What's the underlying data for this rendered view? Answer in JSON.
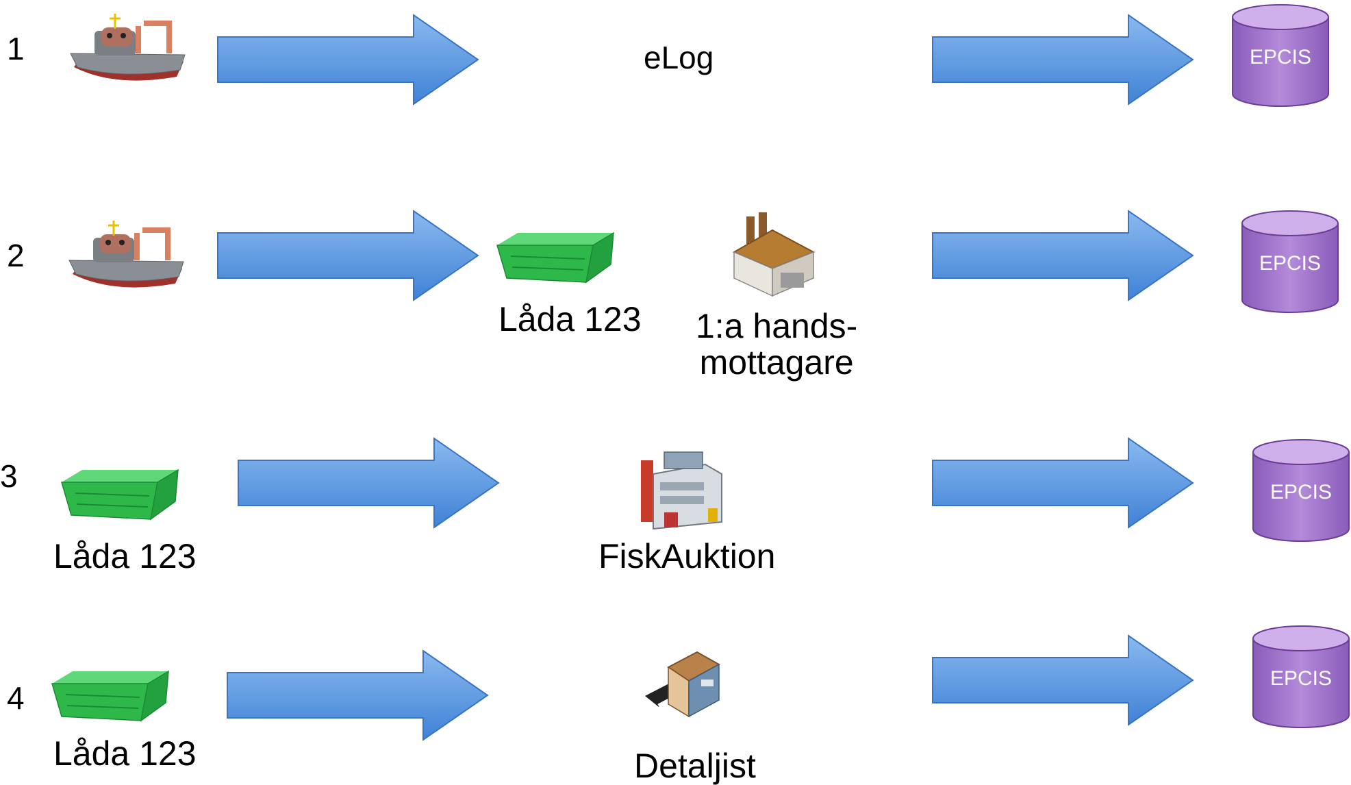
{
  "rows": [
    {
      "number": "1",
      "middle_label": "eLog",
      "db_label": "EPCIS",
      "source_icon": "fishing-boat-icon"
    },
    {
      "number": "2",
      "box_label": "Låda 123",
      "middle_label_line1": "1:a hands-",
      "middle_label_line2": "mottagare",
      "db_label": "EPCIS",
      "source_icon": "fishing-boat-icon",
      "middle_icon": "factory-icon"
    },
    {
      "number": "3",
      "box_label": "Låda 123",
      "middle_label": "FiskAuktion",
      "db_label": "EPCIS",
      "source_icon": "crate-icon",
      "middle_icon": "auction-building-icon"
    },
    {
      "number": "4",
      "box_label": "Låda 123",
      "middle_label": "Detaljist",
      "db_label": "EPCIS",
      "source_icon": "crate-icon",
      "middle_icon": "retail-store-icon"
    }
  ],
  "colors": {
    "arrow_fill": "#5b9be0",
    "arrow_stroke": "#3a74c0",
    "cylinder_fill": "#9b6cc7",
    "cylinder_top": "#c8a6e6",
    "crate": "#2eb84a",
    "boat_hull": "#8a8f96",
    "boat_keel": "#a0302a"
  }
}
